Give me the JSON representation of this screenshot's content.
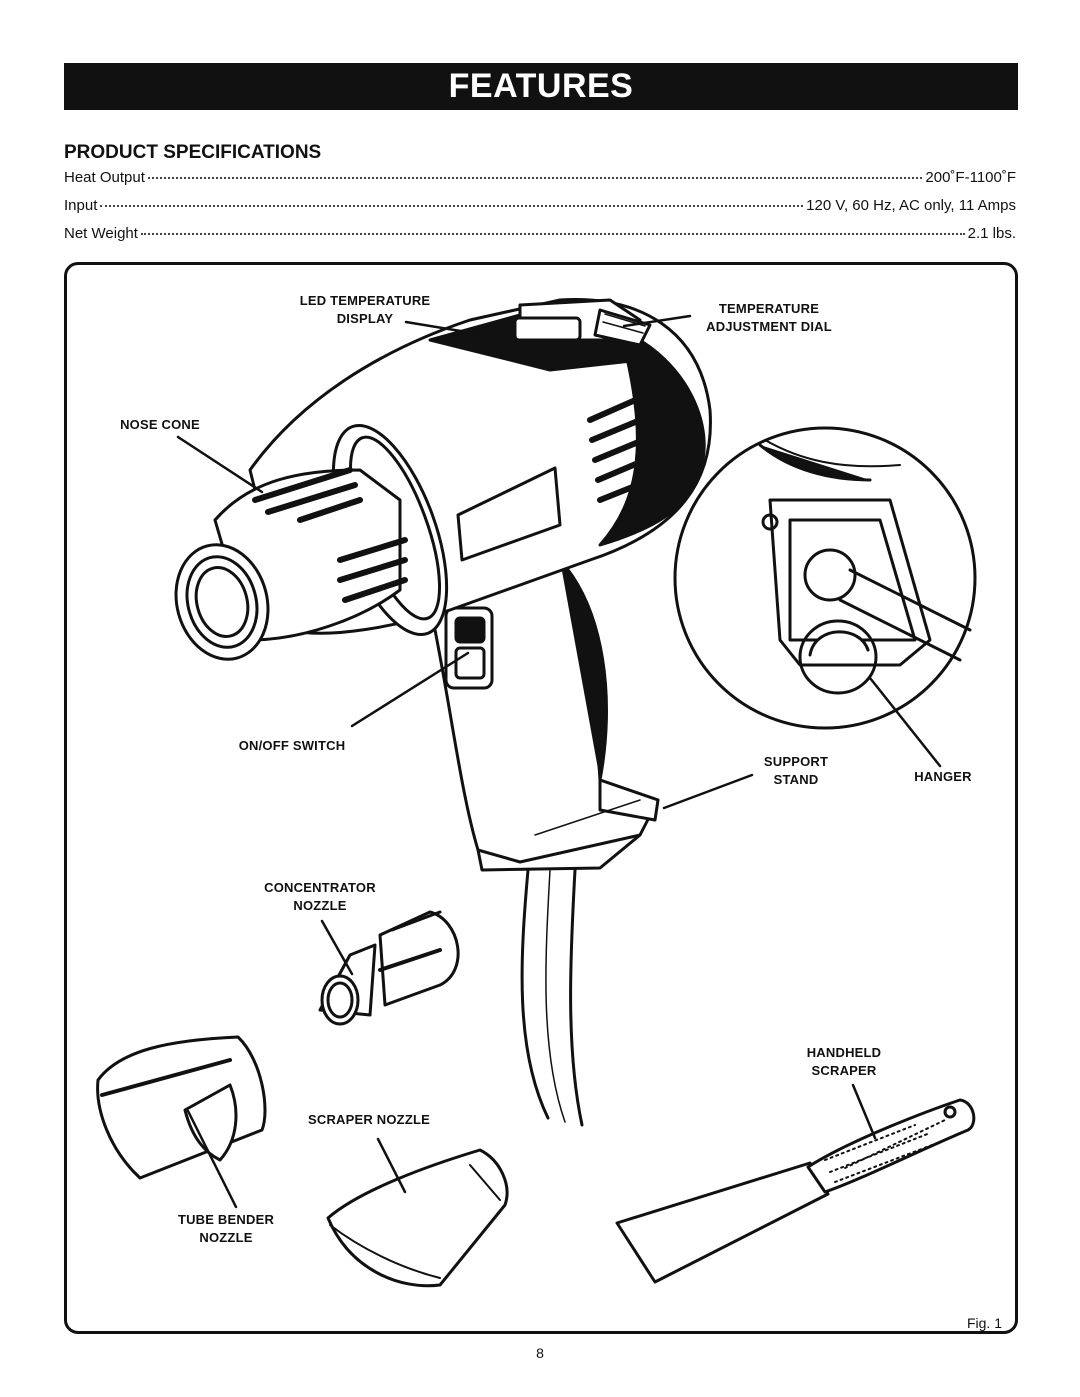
{
  "banner": {
    "title": "FEATURES"
  },
  "specs": {
    "heading": "PRODUCT SPECIFICATIONS",
    "rows": [
      {
        "label": "Heat Output",
        "value": "200˚F-1100˚F"
      },
      {
        "label": "Input",
        "value": "120 V, 60 Hz, AC only, 11 Amps"
      },
      {
        "label": "Net Weight",
        "value": "2.1 lbs."
      }
    ]
  },
  "figure": {
    "callouts": {
      "led_display": "LED TEMPERATURE\nDISPLAY",
      "temp_dial": "TEMPERATURE\nADJUSTMENT DIAL",
      "nose_cone": "NOSE CONE",
      "on_off_switch": "ON/OFF SWITCH",
      "support_stand": "SUPPORT\nSTAND",
      "hanger": "HANGER",
      "concentrator_nozzle": "CONCENTRATOR\nNOZZLE",
      "handheld_scraper": "HANDHELD\nSCRAPER",
      "scraper_nozzle": "SCRAPER NOZZLE",
      "tube_bender_nozzle": "TUBE BENDER\nNOZZLE"
    },
    "caption": "Fig. 1"
  },
  "page": {
    "number": "8"
  }
}
